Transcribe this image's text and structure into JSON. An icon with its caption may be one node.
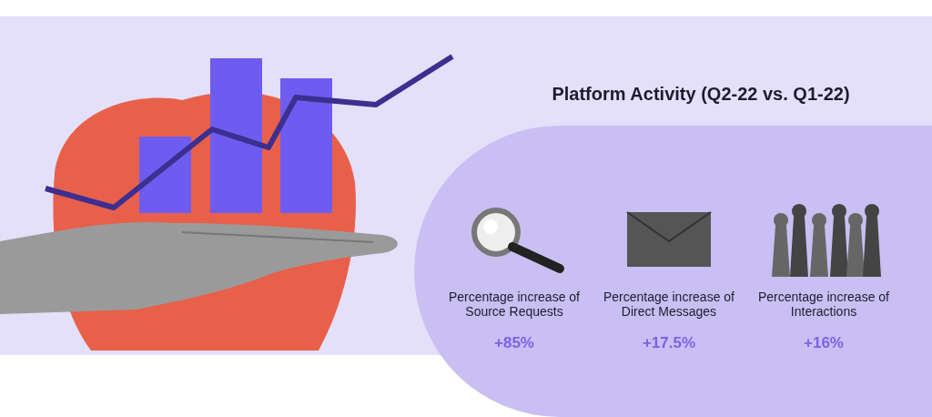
{
  "diagram": {
    "title": "Platform Activity (Q2-22 vs. Q1-22)",
    "labels": [
      "Percentage increase of Source Requests",
      "+85%",
      "Percentage increase of Direct Messages",
      "+17.5%",
      "Percentage increase of Interactions",
      "+16%"
    ]
  }
}
